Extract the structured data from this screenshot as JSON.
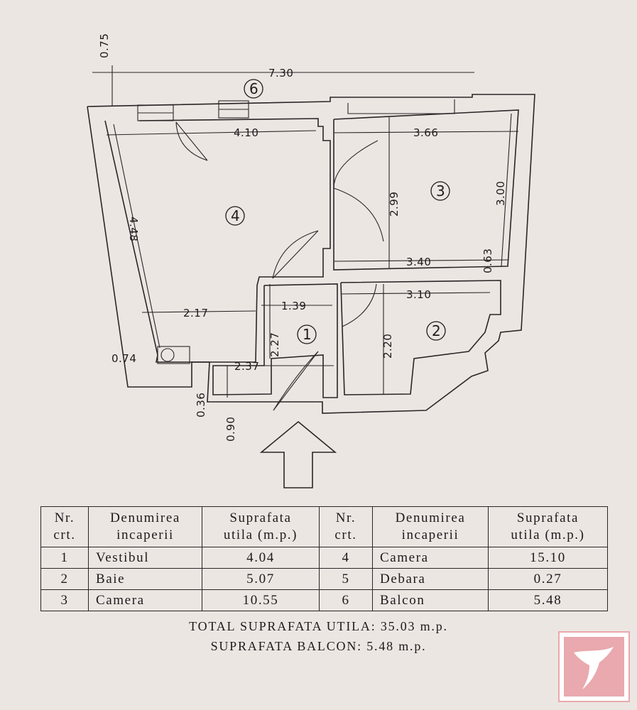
{
  "plan": {
    "rooms": [
      {
        "number": "1"
      },
      {
        "number": "2"
      },
      {
        "number": "3"
      },
      {
        "number": "4"
      },
      {
        "number": "6"
      }
    ],
    "dimensions": [
      "0.75",
      "7.30",
      "4.10",
      "3.66",
      "2.99",
      "3.00",
      "4.48",
      "3.40",
      "0.63",
      "3.10",
      "2.17",
      "1.39",
      "2.27",
      "2.20",
      "0.74",
      "2.37",
      "0.36",
      "0.90"
    ]
  },
  "table": {
    "headers": [
      [
        "Nr.",
        "crt."
      ],
      [
        "Denumirea",
        "incaperii"
      ],
      [
        "Suprafata",
        "utila (m.p.)"
      ],
      [
        "Nr.",
        "crt."
      ],
      [
        "Denumirea",
        "incaperii"
      ],
      [
        "Suprafata",
        "utila (m.p.)"
      ]
    ],
    "rows": [
      [
        "1",
        "Vestibul",
        "4.04",
        "4",
        "Camera",
        "15.10"
      ],
      [
        "2",
        "Baie",
        "5.07",
        "5",
        "Debara",
        "0.27"
      ],
      [
        "3",
        "Camera",
        "10.55",
        "6",
        "Balcon",
        "5.48"
      ]
    ]
  },
  "totals": {
    "total_label": "TOTAL SUPRAFATA UTILA: 35.03 m.p.",
    "balcon_label": "SUPRAFATA BALCON: 5.48 m.p."
  },
  "logo": {
    "icon": "bird-logo-icon",
    "color": "#e9a9ae"
  }
}
